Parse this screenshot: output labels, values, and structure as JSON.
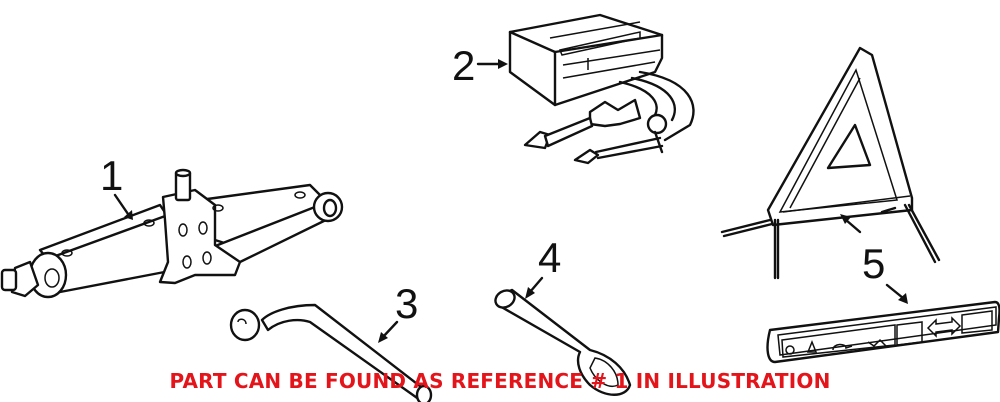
{
  "diagram": {
    "callouts": [
      {
        "number": "1",
        "part": "scissor-jack"
      },
      {
        "number": "2",
        "part": "tool-bag"
      },
      {
        "number": "3",
        "part": "lug-wrench"
      },
      {
        "number": "4",
        "part": "tow-eye-hook"
      },
      {
        "number": "5",
        "part": "warning-triangle-and-case"
      }
    ],
    "notice": {
      "text": "PART CAN BE FOUND AS REFERENCE # 1 IN ILLUSTRATION",
      "color": "#e3151b"
    }
  }
}
